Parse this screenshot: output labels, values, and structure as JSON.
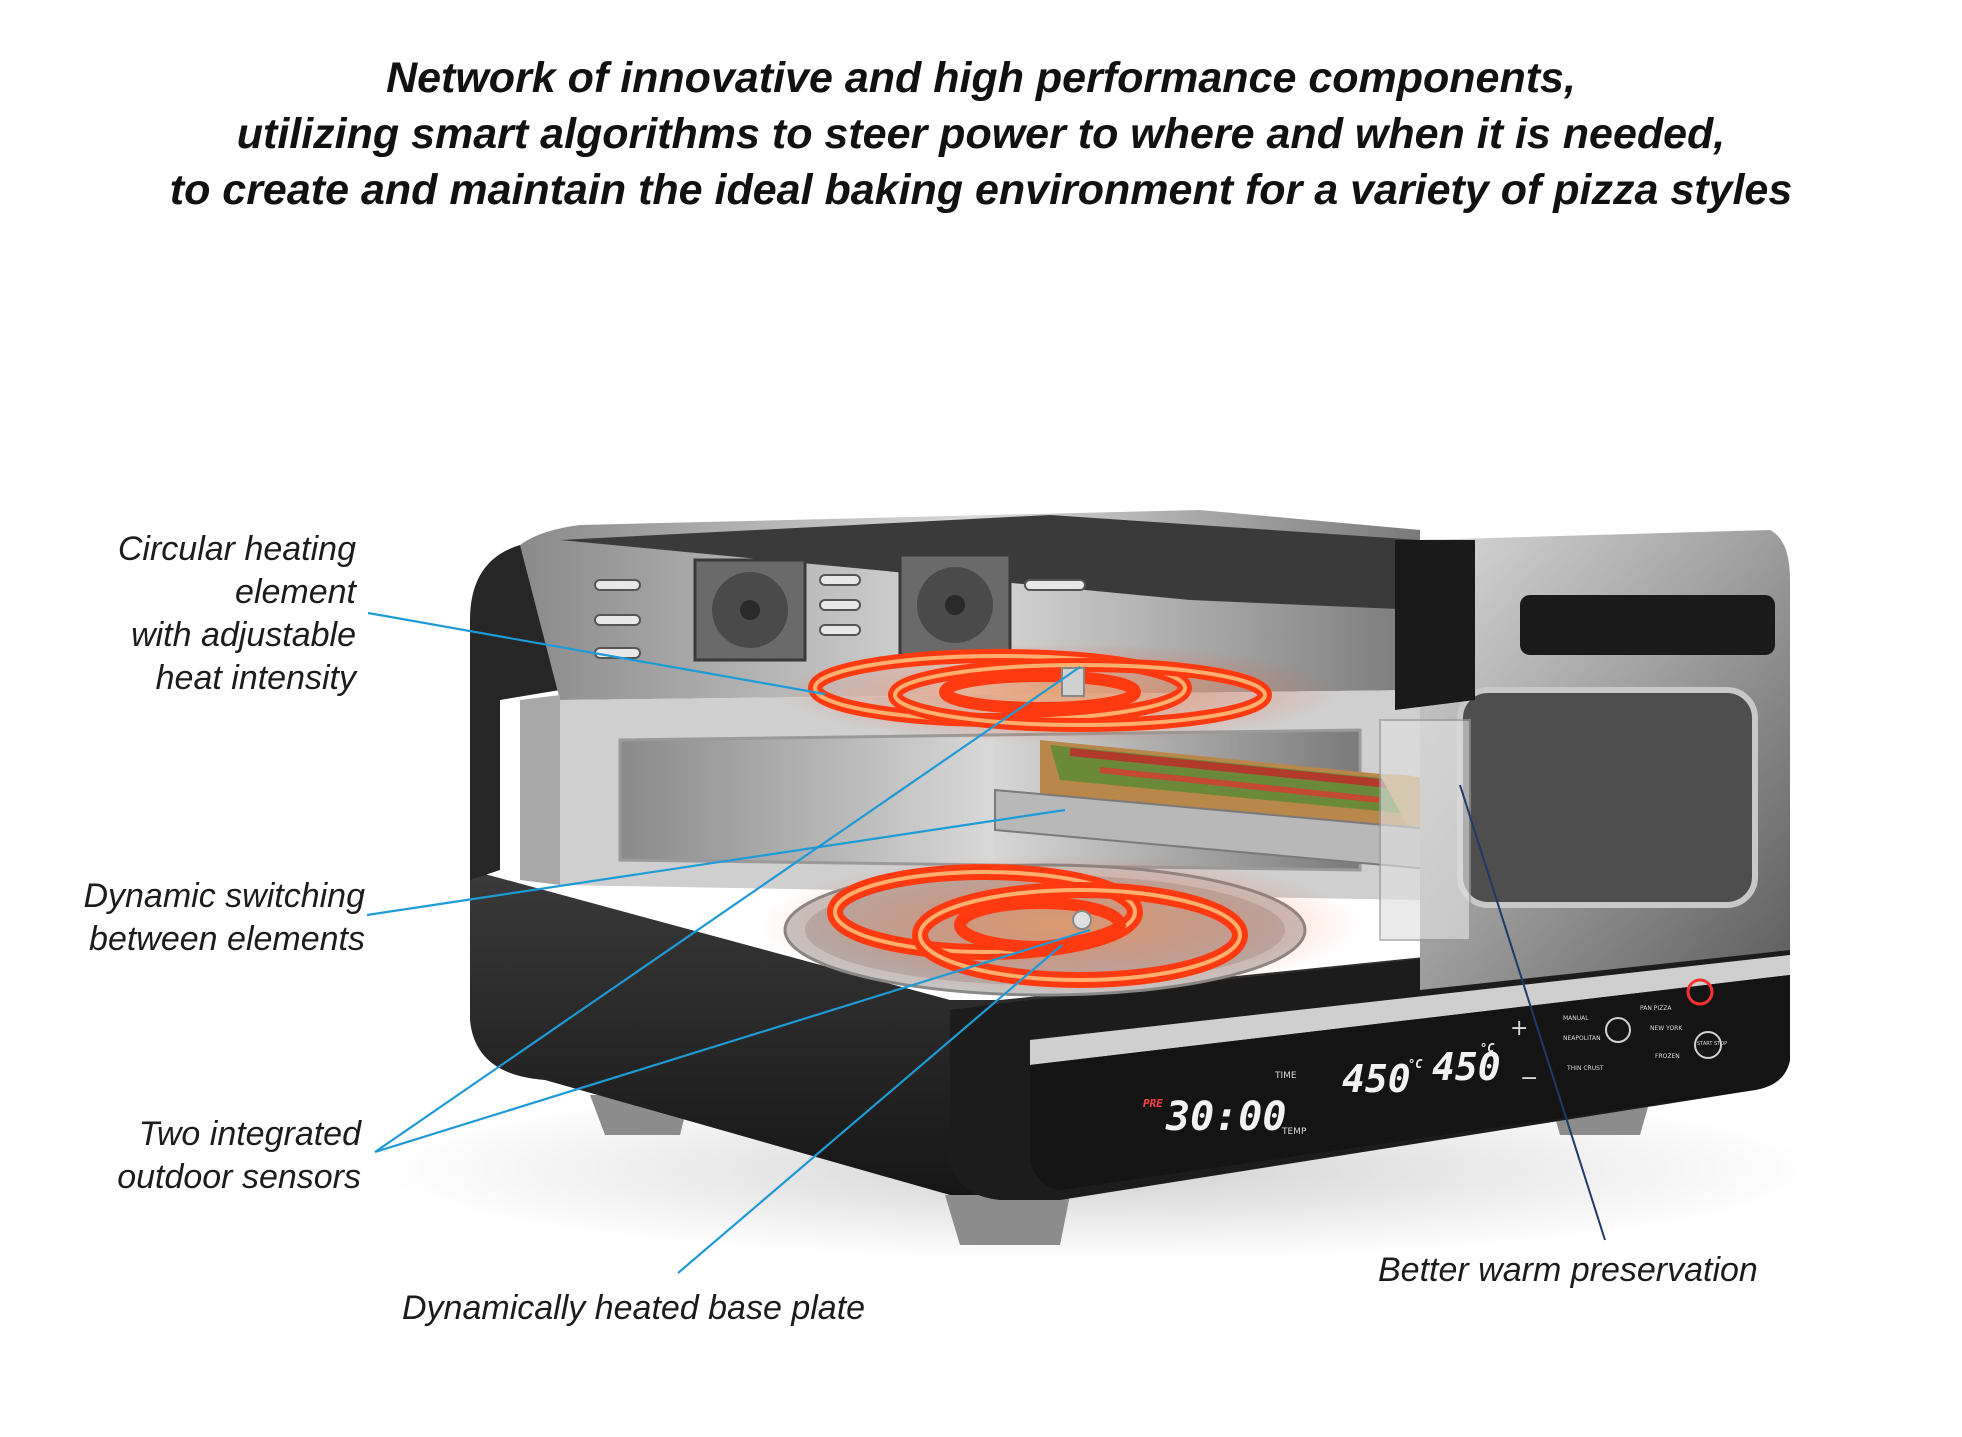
{
  "headline": {
    "line1": "Network of innovative and high performance components,",
    "line2": "utilizing smart algorithms to steer power to where and when it is needed,",
    "line3": "to create and maintain the ideal baking environment for a variety of pizza styles"
  },
  "callouts": {
    "heating_element": [
      "Circular heating",
      "element",
      "with adjustable",
      "heat intensity"
    ],
    "switching": [
      "Dynamic switching",
      "between elements"
    ],
    "sensors": [
      "Two integrated",
      "outdoor sensors"
    ],
    "base_plate": "Dynamically heated base plate",
    "warm": "Better warm  preservation"
  },
  "display": {
    "pre": "PRE",
    "timer": "30:00",
    "time_label": "TIME",
    "temp_label": "TEMP",
    "temp_top": "450",
    "temp_bottom": "450",
    "unit": "°C",
    "plus": "+",
    "minus": "−",
    "presets": [
      "MANUAL",
      "NEAPOLITAN",
      "THIN CRUST",
      "PAN PIZZA",
      "NEW YORK",
      "FROZEN"
    ],
    "start_stop": "START STOP"
  },
  "colors": {
    "leader_line": "#1e9ad6",
    "heating_glow": "#ff3a10",
    "oven_body": "#2a2a2a"
  }
}
